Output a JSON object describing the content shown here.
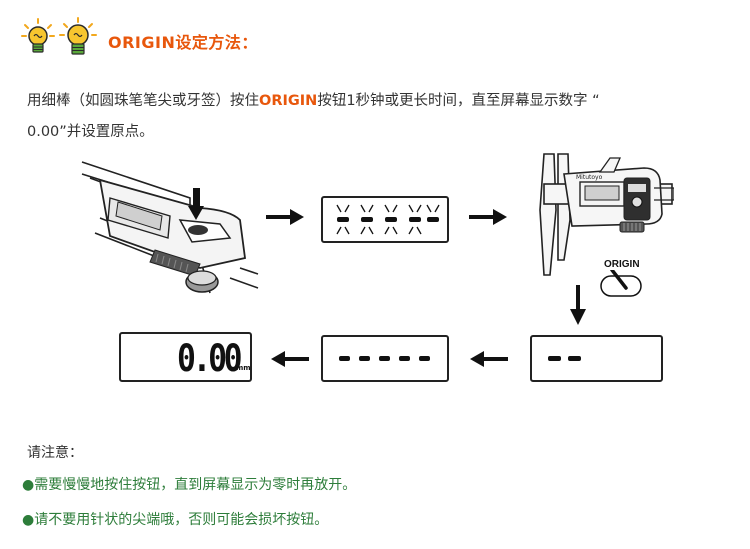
{
  "heading": {
    "title": "ORIGIN设定方法："
  },
  "instruction": {
    "before": "用细棒（如圆珠笔笔尖或牙签）按住",
    "origin_word": "ORIGIN",
    "after_line1": "按钮1秒钟或更长时间，直至屏幕显示数字 “",
    "line2": "0.00”并设置原点。"
  },
  "diagram": {
    "origin_button_label": "ORIGIN",
    "caliper_brand": "Mitutoyo",
    "final_reading": "0.00",
    "final_unit": "mm"
  },
  "notes": {
    "heading": "请注意：",
    "items": [
      "●需要慢慢地按住按钮，直到屏幕显示为零时再放开。",
      "●请不要用针状的尖端哦，否则可能会损坏按钮。"
    ]
  },
  "colors": {
    "accent_orange": "#e8570c",
    "note_green": "#2d7d3a",
    "bulb_yellow": "#f7c62f",
    "bulb_green": "#5aa83a"
  }
}
